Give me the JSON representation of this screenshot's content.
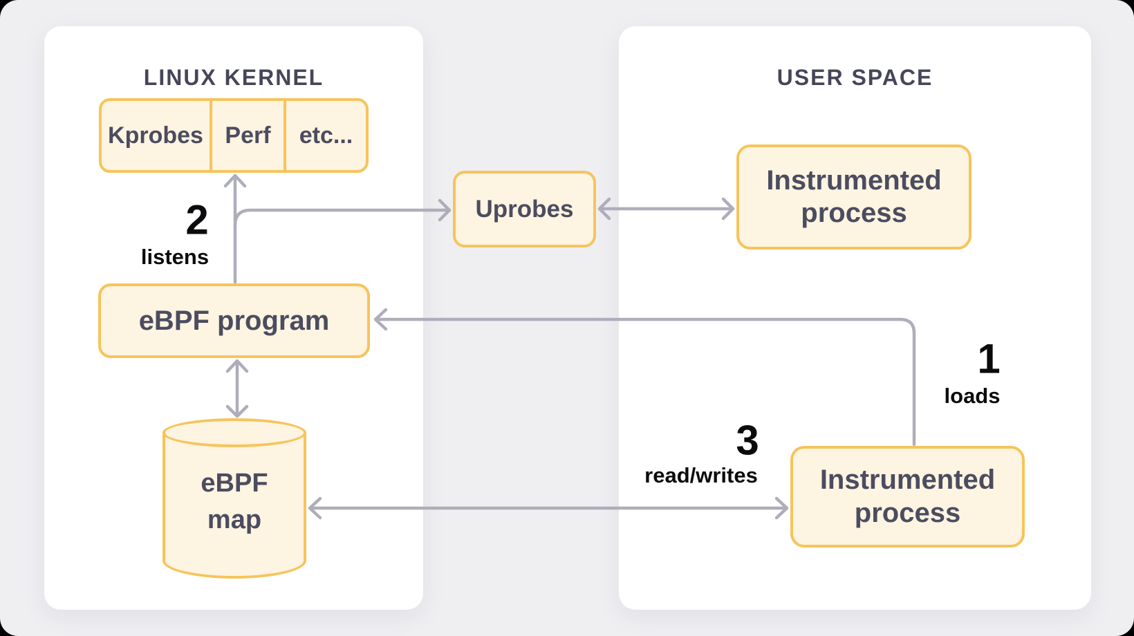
{
  "panels": {
    "kernel": {
      "title": "LINUX KERNEL"
    },
    "user": {
      "title": "USER SPACE"
    }
  },
  "nodes": {
    "probes_row": {
      "cells": [
        "Kprobes",
        "Perf",
        "etc..."
      ]
    },
    "ebpf_program": {
      "label": "eBPF program"
    },
    "ebpf_map": {
      "label_line1": "eBPF",
      "label_line2": "map"
    },
    "uprobes": {
      "label": "Uprobes"
    },
    "instrumented_top": {
      "label_line1": "Instrumented",
      "label_line2": "process"
    },
    "instrumented_bottom": {
      "label_line1": "Instrumented",
      "label_line2": "process"
    }
  },
  "annotations": {
    "step1": {
      "number": "1",
      "label": "loads"
    },
    "step2": {
      "number": "2",
      "label": "listens"
    },
    "step3": {
      "number": "3",
      "label": "read/writes"
    }
  },
  "colors": {
    "page_bg": "#EFEFF2",
    "panel_bg": "#FFFFFF",
    "node_fill": "#FDF4E1",
    "node_border": "#F6C45C",
    "node_text": "#4C4C60",
    "panel_title": "#46465A",
    "arrow_color": "#AEAEBB",
    "annotation_color": "#0B0B0E"
  }
}
